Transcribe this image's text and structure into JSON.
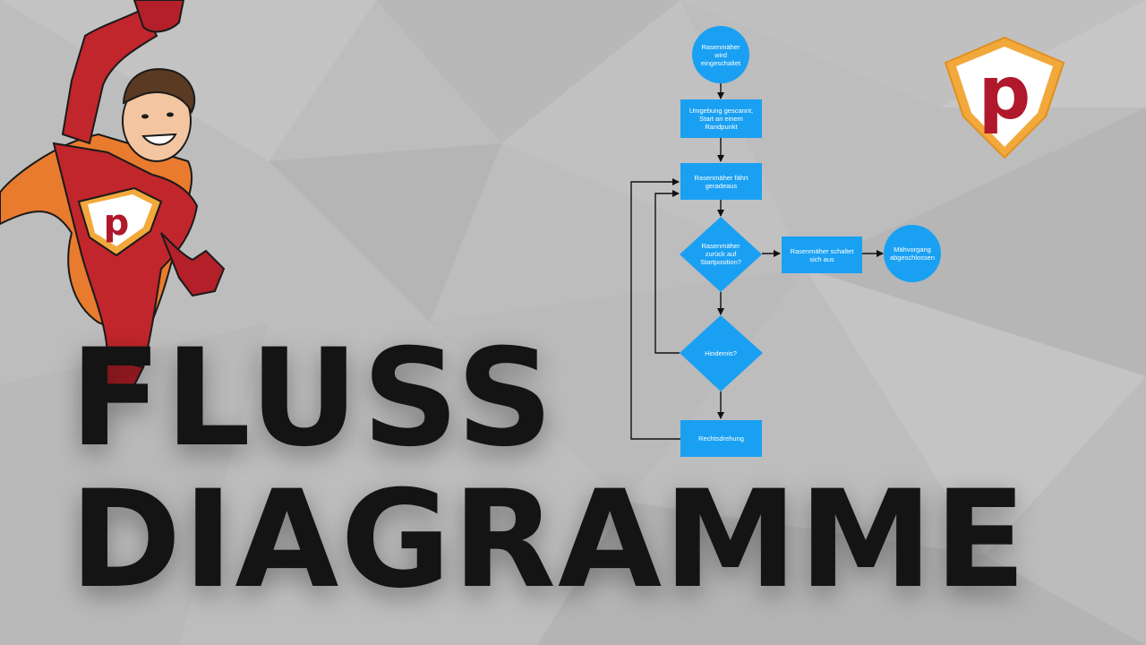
{
  "title": {
    "line1": "FLUSS",
    "line2": "DIAGRAMME"
  },
  "logo": {
    "letter": "p"
  },
  "colors": {
    "node_fill": "#1aa0f2",
    "arrow": "#111111",
    "title": "#141414",
    "background": "#bdbdbd",
    "shield_orange": "#f2a93b",
    "shield_red": "#b0182b"
  },
  "flowchart": {
    "nodes": [
      {
        "id": "start",
        "shape": "circle",
        "text": "Rasenmäher\nwird\neingeschaltet"
      },
      {
        "id": "scan",
        "shape": "rect",
        "text": "Umgebung gescannt,\nStart an einem\nRandpunkt"
      },
      {
        "id": "drive",
        "shape": "rect",
        "text": "Rasenmäher fährt\ngeradeaus"
      },
      {
        "id": "back",
        "shape": "diamond",
        "text": "Rasenmäher\nzurück auf\nStartposition?"
      },
      {
        "id": "off",
        "shape": "rect",
        "text": "Rasenmäher schaltet\nsich aus"
      },
      {
        "id": "done",
        "shape": "circle",
        "text": "Mähvorgang\nabgeschlossen"
      },
      {
        "id": "obstacle",
        "shape": "diamond",
        "text": "Hindernis?"
      },
      {
        "id": "turn",
        "shape": "rect",
        "text": "Rechtsdrehung"
      }
    ]
  }
}
